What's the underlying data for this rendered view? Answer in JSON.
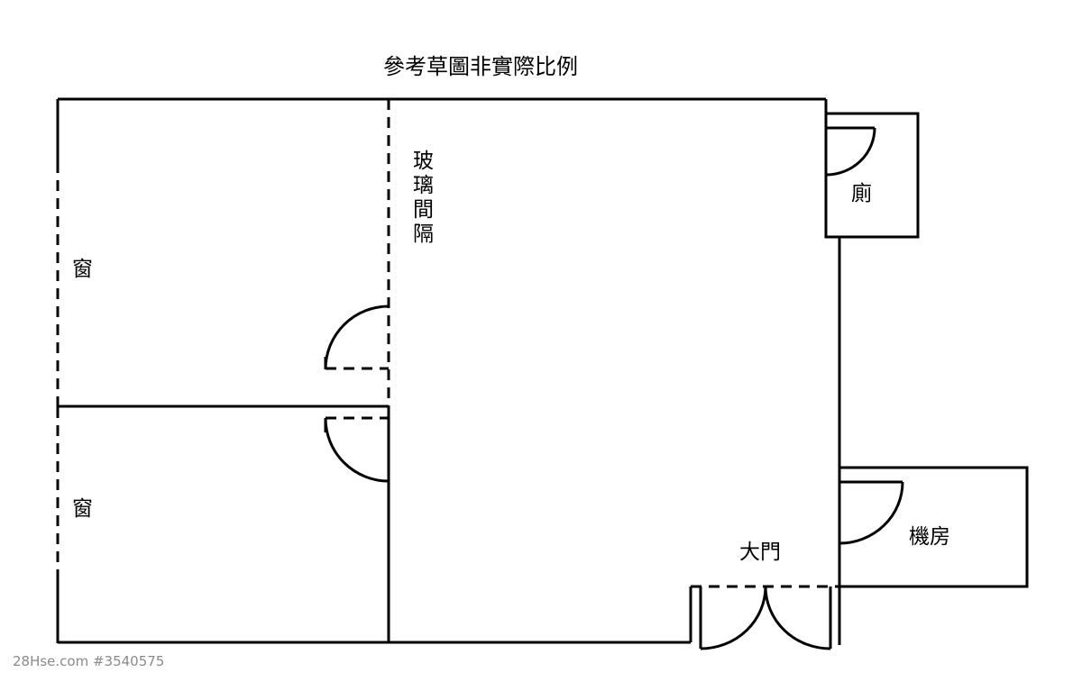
{
  "title": "參考草圖非實際比例",
  "labels": {
    "window_top": "窗",
    "window_bottom": "窗",
    "glass_partition": [
      "玻",
      "璃",
      "間",
      "隔"
    ],
    "toilet": "廁",
    "main_door": "大門",
    "machine_room": "機房"
  },
  "watermark": "28Hse.com #3540575",
  "colors": {
    "line": "#000000",
    "background": "#ffffff",
    "watermark": "#8a8a8a"
  }
}
